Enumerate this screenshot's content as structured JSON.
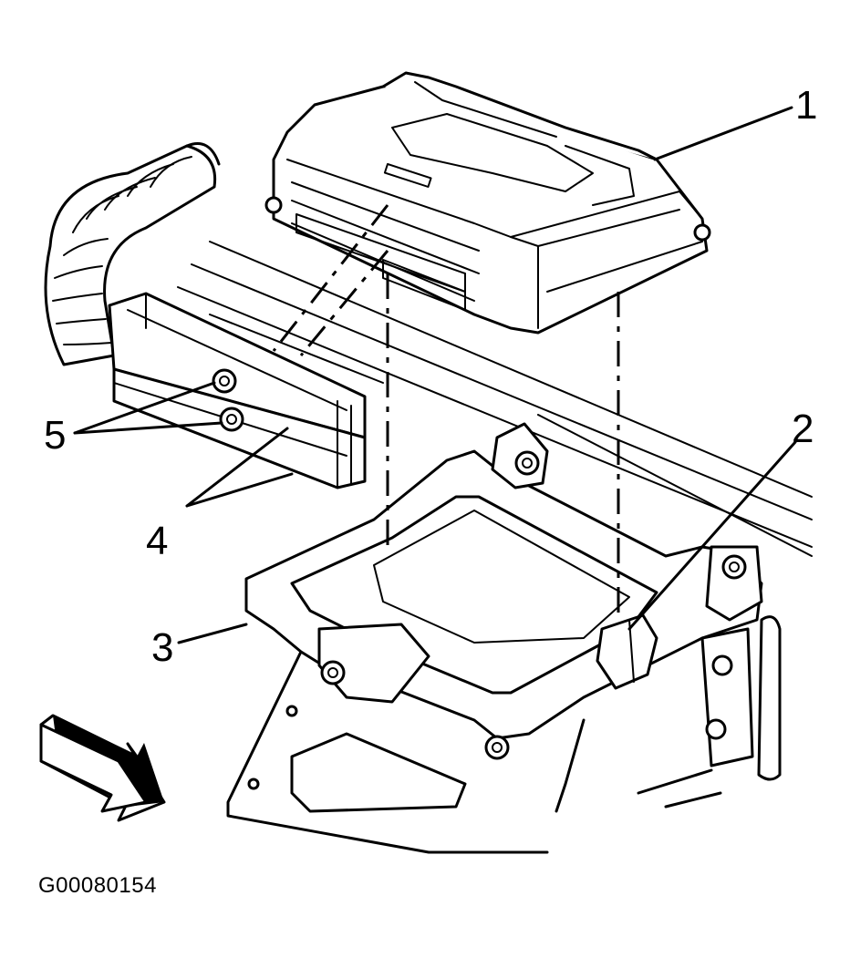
{
  "callouts": {
    "c1": "1",
    "c2": "2",
    "c3": "3",
    "c4": "4",
    "c5": "5"
  },
  "figure_id": "G00080154"
}
